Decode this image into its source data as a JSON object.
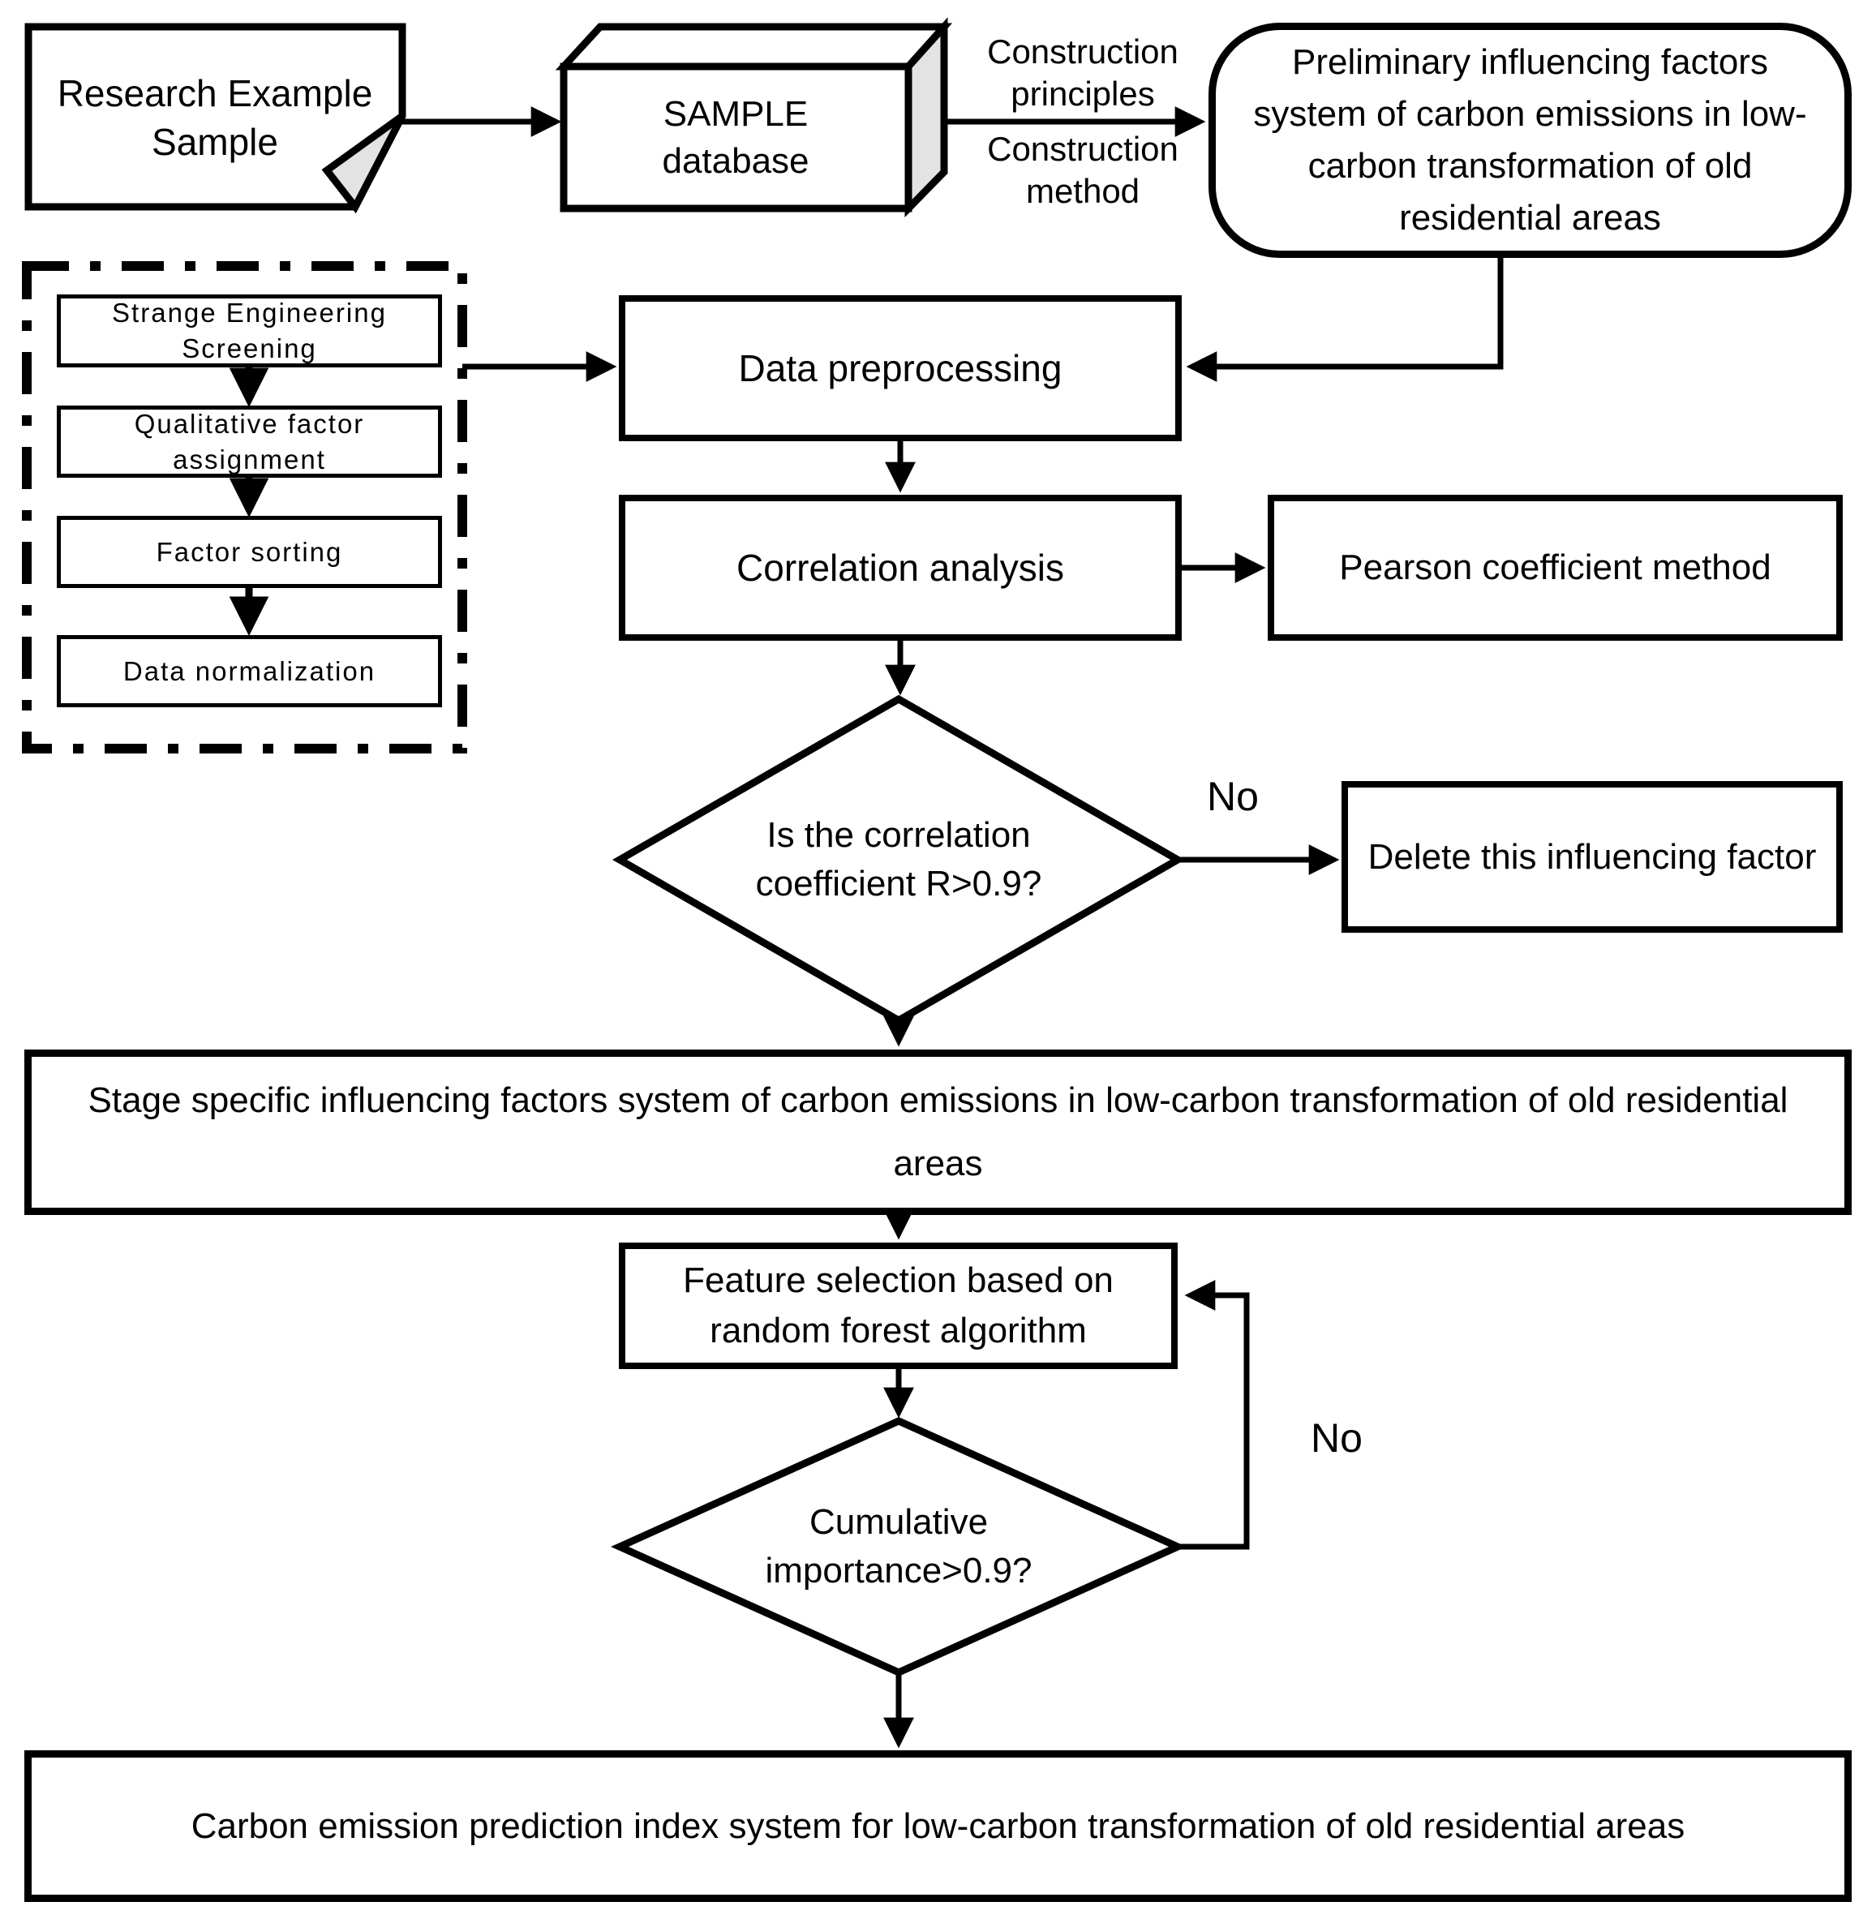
{
  "flowchart": {
    "top_row": {
      "research_sample": "Research Example Sample",
      "sample_database": "SAMPLE database",
      "construction_principles": "Construction principles",
      "construction_method": "Construction method",
      "preliminary_factors": "Preliminary influencing factors system of carbon emissions in low-carbon transformation of old residential areas"
    },
    "preprocessing_steps": [
      "Strange Engineering Screening",
      "Qualitative factor assignment",
      "Factor sorting",
      "Data normalization"
    ],
    "nodes": {
      "data_preprocessing": "Data preprocessing",
      "correlation_analysis": "Correlation analysis",
      "pearson_method": "Pearson coefficient method",
      "correlation_decision": "Is the correlation coefficient R>0.9?",
      "delete_factor": "Delete this influencing factor",
      "stage_specific_system": "Stage specific influencing factors system of carbon emissions in low-carbon transformation of old residential areas",
      "feature_selection": "Feature selection based on random forest algorithm",
      "importance_decision": "Cumulative importance>0.9?",
      "prediction_index_system": "Carbon emission prediction index system for low-carbon transformation of old residential areas"
    },
    "edge_labels": {
      "no_correlation": "No",
      "no_importance": "No"
    },
    "colors": {
      "stroke": "#000000",
      "background": "#ffffff",
      "shade_fill": "#e3e3e3"
    }
  }
}
